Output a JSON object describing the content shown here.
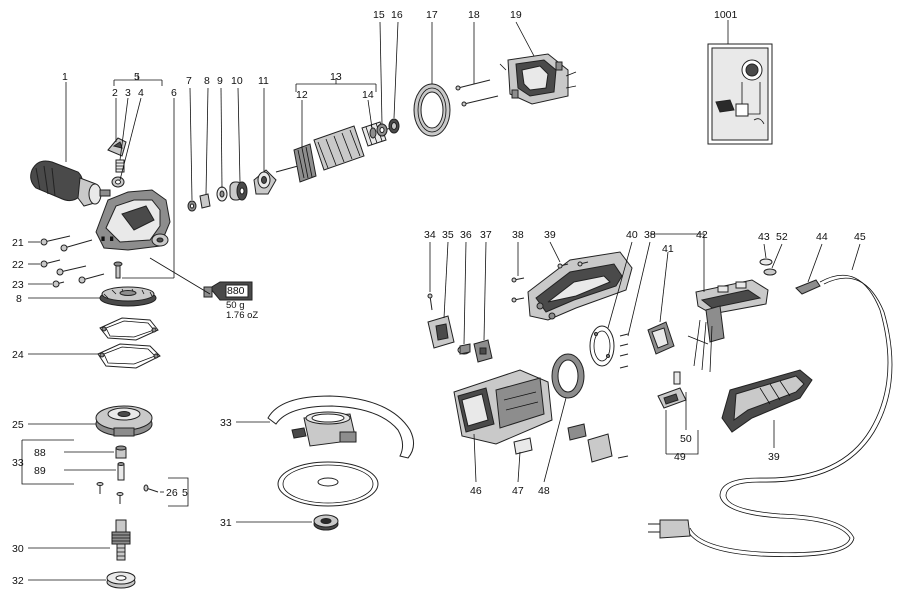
{
  "diagram": {
    "labels": {
      "l1": "1",
      "l2": "2",
      "l3": "3",
      "l4": "4",
      "l5": "5",
      "l6": "6",
      "l7": "7",
      "l8": "8",
      "l9": "9",
      "l10": "10",
      "l11": "11",
      "l12": "12",
      "l13": "13",
      "l14": "14",
      "l15": "15",
      "l16": "16",
      "l17": "17",
      "l18": "18",
      "l19": "19",
      "l1001": "1001",
      "l21": "21",
      "l22": "22",
      "l23": "23",
      "l8b": "8",
      "l24": "24",
      "l25": "25",
      "l33a": "33",
      "l88": "88",
      "l89": "89",
      "l26": "26",
      "l5b": "5",
      "l30": "30",
      "l32": "32",
      "l31": "31",
      "l33b": "33",
      "l34": "34",
      "l35": "35",
      "l36": "36",
      "l37": "37",
      "l38a": "38",
      "l39a": "39",
      "l40": "40",
      "l38b": "38",
      "l41": "41",
      "l42": "42",
      "l43": "43",
      "l52": "52",
      "l44": "44",
      "l45": "45",
      "l46": "46",
      "l47": "47",
      "l48": "48",
      "l50": "50",
      "l49": "49",
      "l39b": "39"
    },
    "grease": {
      "code": "880",
      "weight_g": "50 g",
      "weight_oz": "1.76 oZ"
    }
  }
}
